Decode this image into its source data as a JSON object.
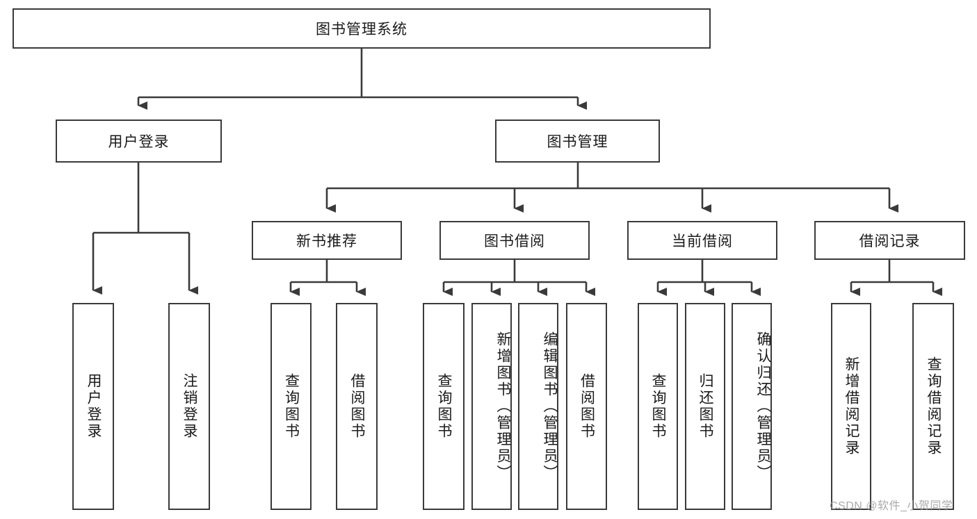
{
  "diagram": {
    "title": "图书管理系统",
    "type": "hierarchy-tree",
    "stroke_color": "#3a3a3a",
    "fill_color": "#ffffff",
    "text_color": "#1a1a1a",
    "root": {
      "label": "图书管理系统"
    },
    "level2": [
      {
        "label": "用户登录"
      },
      {
        "label": "图书管理"
      }
    ],
    "level3": [
      {
        "label": "新书推荐"
      },
      {
        "label": "图书借阅"
      },
      {
        "label": "当前借阅"
      },
      {
        "label": "借阅记录"
      }
    ],
    "leaves": {
      "user_login": [
        {
          "label": "用户登录"
        },
        {
          "label": "注销登录"
        }
      ],
      "new_book_recommend": [
        {
          "label": "查询图书"
        },
        {
          "label": "借阅图书"
        }
      ],
      "book_borrow": [
        {
          "label": "查询图书"
        },
        {
          "label": "新增图书（管理员）"
        },
        {
          "label": "编辑图书（管理员）"
        },
        {
          "label": "借阅图书"
        }
      ],
      "current_borrow": [
        {
          "label": "查询图书"
        },
        {
          "label": "归还图书"
        },
        {
          "label": "确认归还（管理员）"
        }
      ],
      "borrow_record": [
        {
          "label": "新增借阅记录"
        },
        {
          "label": "查询借阅记录"
        }
      ]
    }
  },
  "watermark": {
    "text": "CSDN @软件_小贺同学"
  }
}
